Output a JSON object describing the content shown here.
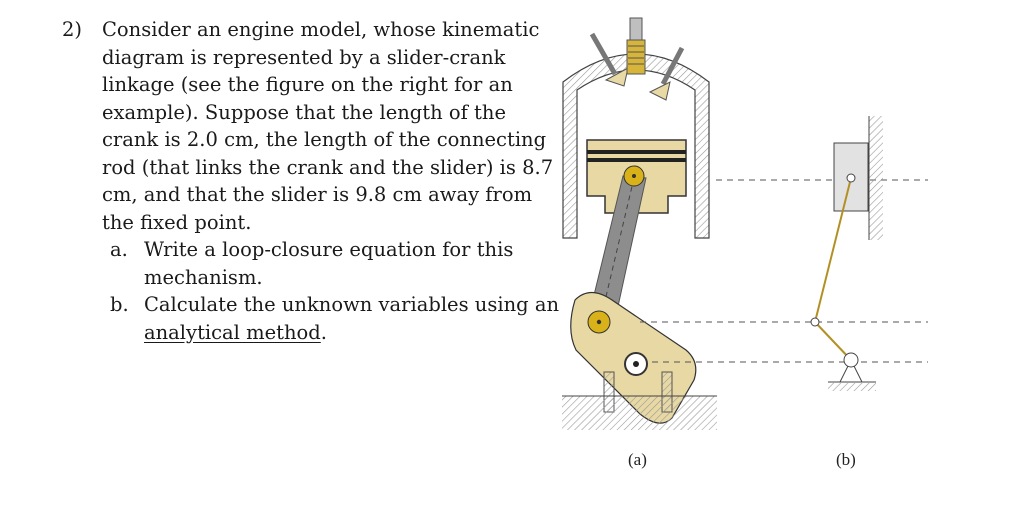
{
  "problem": {
    "number": "2)",
    "text": "Consider an engine model, whose kinematic diagram is represented by a slider-crank linkage (see the figure on the right for an example). Suppose that the length of the crank is 2.0 cm, the length of the connecting rod (that links the crank and the slider) is 8.7 cm, and that the slider is 9.8 cm away from the fixed point.",
    "parts": [
      {
        "letter": "a.",
        "text": "Write a loop-closure equation for this mechanism."
      },
      {
        "letter": "b.",
        "text_before": "Calculate the unknown variables using an ",
        "text_underlined": "analytical method",
        "text_after": "."
      }
    ]
  },
  "figure": {
    "caption_a": "(a)",
    "caption_b": "(b)",
    "colors": {
      "piston": "#e7d8a4",
      "rod": "#8d8d8d",
      "pin": "#d9b21a",
      "linkage": "#b39024",
      "slider_block": "#e2e2e2",
      "hatch": "#9a9a9a"
    }
  }
}
